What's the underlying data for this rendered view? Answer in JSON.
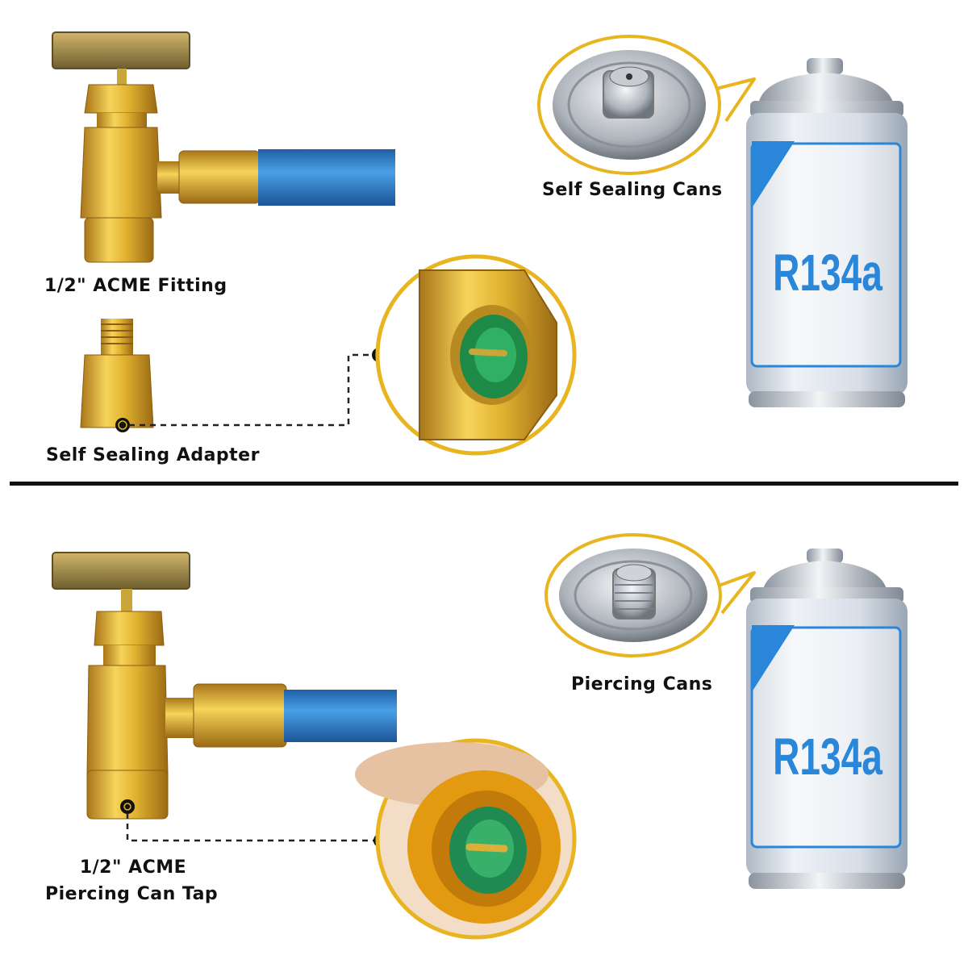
{
  "top": {
    "fitting_label": "1/2\" ACME Fitting",
    "adapter_label": "Self Sealing Adapter",
    "cans_label": "Self Sealing Cans",
    "can_text": "R134a"
  },
  "bottom": {
    "tap_label_line1": "1/2\" ACME",
    "tap_label_line2": "Piercing Can Tap",
    "cans_label": "Piercing Cans",
    "can_text": "R134a"
  },
  "colors": {
    "brass": "#d8a92a",
    "callout": "#e8b520",
    "hose": "#2f7fc7",
    "can_body": "#dfe6ee",
    "can_stripe": "#2a86d8",
    "divider": "#111111"
  }
}
